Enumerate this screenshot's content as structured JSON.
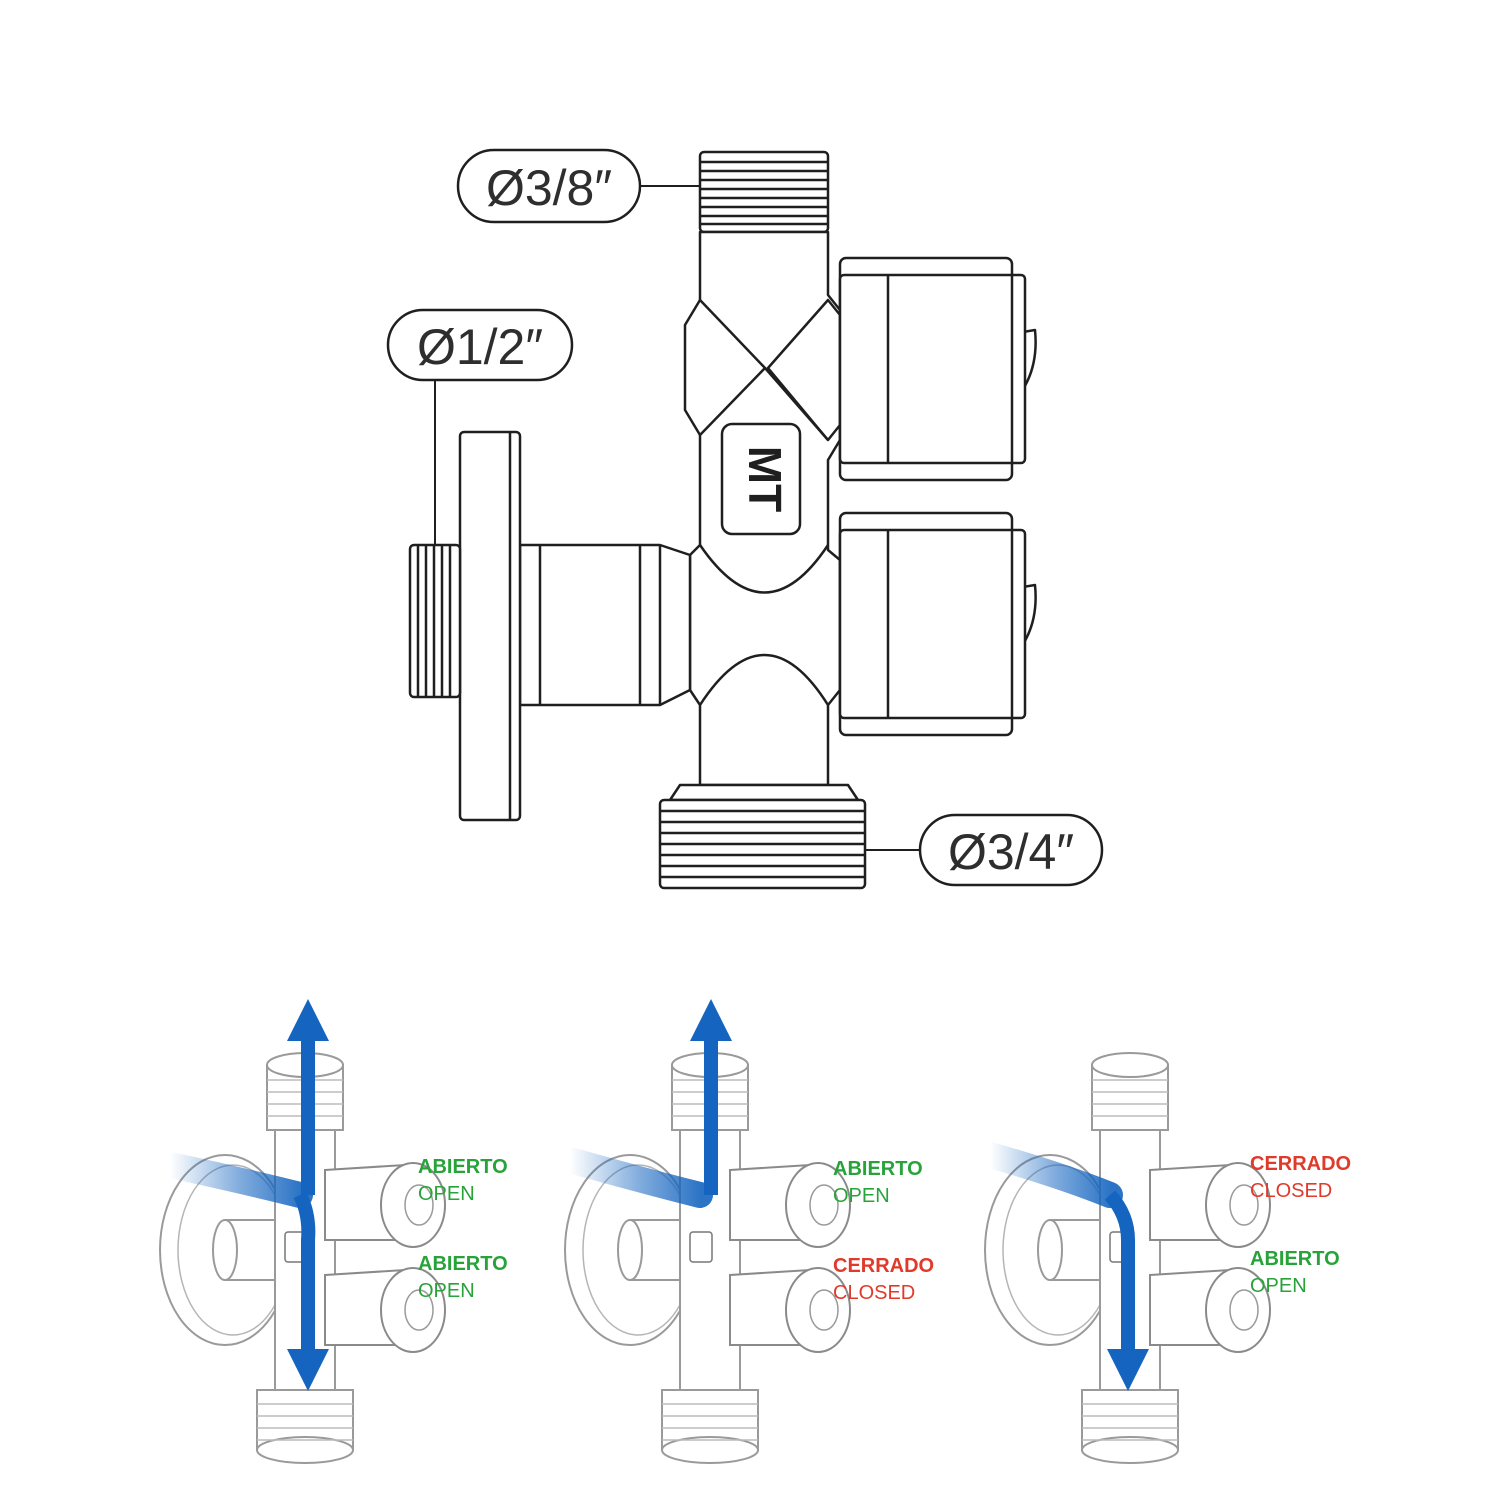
{
  "brand": {
    "logo_text": "MT"
  },
  "dimensions": {
    "top": "Ø3/8″",
    "left": "Ø1/2″",
    "bottom": "Ø3/4″"
  },
  "colors": {
    "line": "#1f1f1f",
    "flow": "#1565c0",
    "open": "#27a33a",
    "closed": "#e03a2b"
  },
  "states": [
    {
      "upper": {
        "es": "ABIERTO",
        "en": "OPEN",
        "status": "open"
      },
      "lower": {
        "es": "ABIERTO",
        "en": "OPEN",
        "status": "open"
      }
    },
    {
      "upper": {
        "es": "ABIERTO",
        "en": "OPEN",
        "status": "open"
      },
      "lower": {
        "es": "CERRADO",
        "en": "CLOSED",
        "status": "closed"
      }
    },
    {
      "upper": {
        "es": "CERRADO",
        "en": "CLOSED",
        "status": "closed"
      },
      "lower": {
        "es": "ABIERTO",
        "en": "OPEN",
        "status": "open"
      }
    }
  ]
}
